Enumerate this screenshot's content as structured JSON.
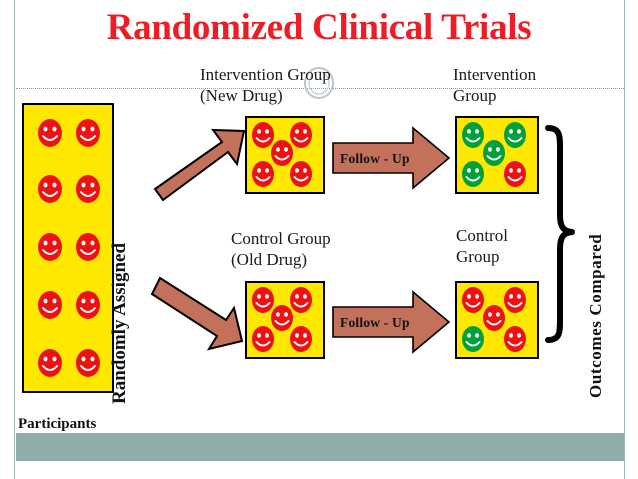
{
  "slide": {
    "title": "Randomized Clinical Trials",
    "title_color": "#ee1c25",
    "footer_color": "#8fadad",
    "background": "#ffffff"
  },
  "palette": {
    "box_fill": "#ffe800",
    "box_stroke": "#000000",
    "face_red": "#ee1111",
    "face_green": "#00a13a",
    "arrow_fill": "#c4715b",
    "arrow_stroke": "#000000",
    "brace_color": "#000000",
    "text_color": "#1a1a1a"
  },
  "labels": {
    "participants": "Participants",
    "randomly_assigned": "Randomly  Assigned",
    "outcomes_compared": "Outcomes  Compared",
    "intervention_group_new_drug": "Intervention Group\n(New Drug)",
    "control_group_old_drug": "Control Group\n(Old Drug)",
    "intervention_group_out": "Intervention\nGroup",
    "control_group_out": "Control\nGroup",
    "follow_up_top": "Follow - Up",
    "follow_up_bottom": "Follow - Up"
  },
  "groups": {
    "participants": {
      "name": "Participants",
      "count": 10,
      "rows": 5,
      "cols": 2,
      "faces": [
        "red",
        "red",
        "red",
        "red",
        "red",
        "red",
        "red",
        "red",
        "red",
        "red"
      ]
    },
    "intervention_pre": {
      "name": "Intervention Group (New Drug)",
      "count": 5,
      "layout": "quincunx",
      "faces": [
        "red",
        "red",
        "red",
        "red",
        "red"
      ]
    },
    "control_pre": {
      "name": "Control Group (Old Drug)",
      "count": 5,
      "layout": "quincunx",
      "faces": [
        "red",
        "red",
        "red",
        "red",
        "red"
      ]
    },
    "intervention_post": {
      "name": "Intervention Group",
      "count": 5,
      "layout": "quincunx",
      "faces": [
        "green",
        "green",
        "green",
        "green",
        "red"
      ],
      "note": "4 green (improved), 1 red (bottom-right)"
    },
    "control_post": {
      "name": "Control Group",
      "count": 5,
      "layout": "quincunx",
      "faces": [
        "red",
        "red",
        "red",
        "green",
        "red"
      ],
      "note": "4 red, 1 green (bottom-left)"
    }
  },
  "icons": {
    "smiley": "smiley-face-icon",
    "arrow_right": "arrow-right-icon",
    "arrow_diagonal_up": "arrow-diagonal-up-icon",
    "arrow_diagonal_down": "arrow-diagonal-down-icon",
    "brace": "curly-brace-icon",
    "ellipse": "ellipse-annotation-icon"
  }
}
